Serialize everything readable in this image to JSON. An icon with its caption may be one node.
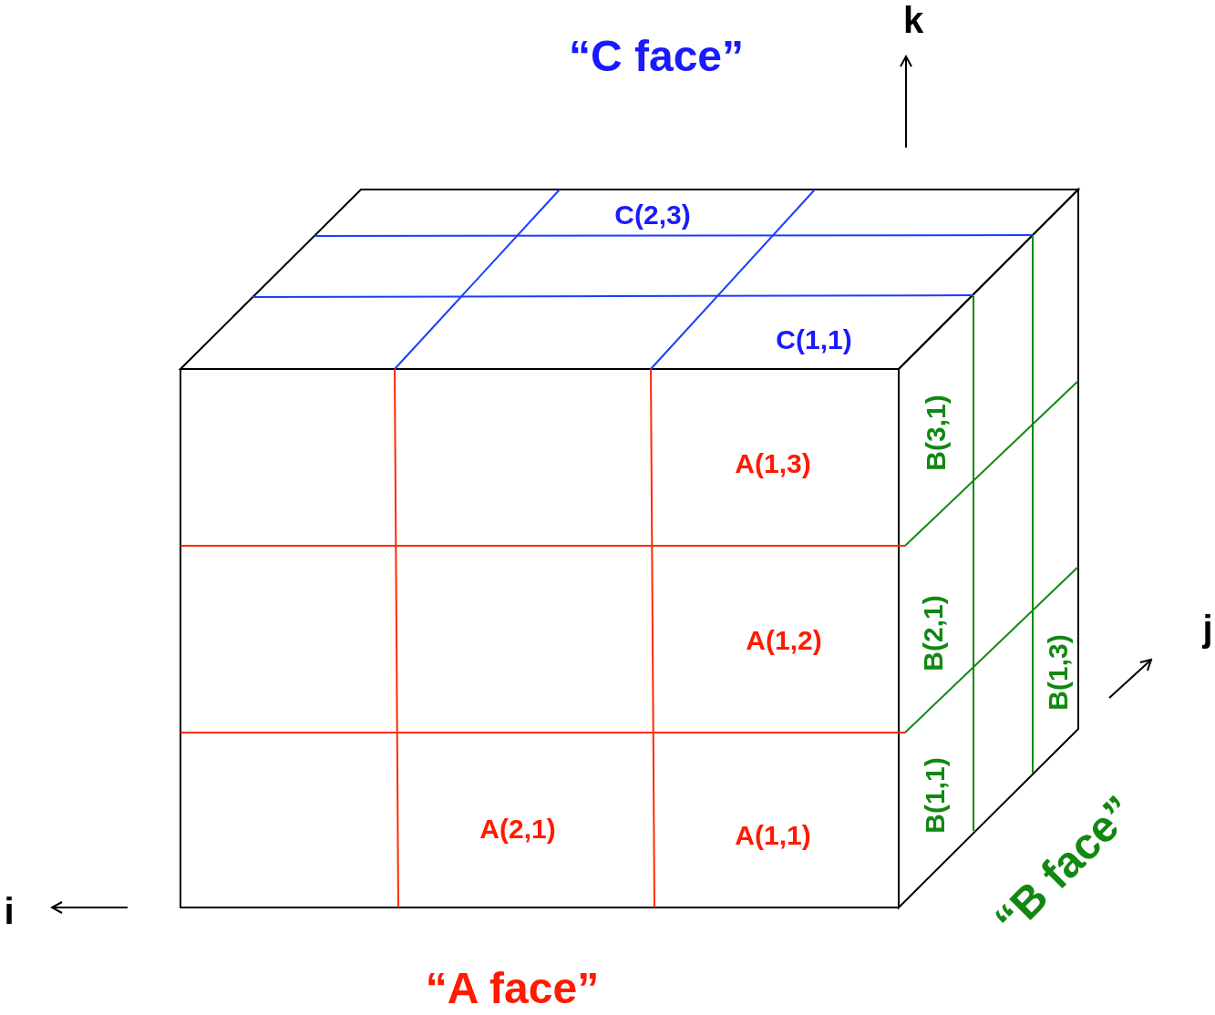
{
  "diagram": {
    "labels": [
      "“C face”",
      "k",
      "C(2,3)",
      "C(1,1)",
      "A(1,3)",
      "B(3,1)",
      "A(1,2)",
      "B(2,1)",
      "j",
      "B(1,3)",
      "A(2,1)",
      "A(1,1)",
      "B(1,1)",
      "i",
      "“B face”",
      "“A face”"
    ]
  }
}
